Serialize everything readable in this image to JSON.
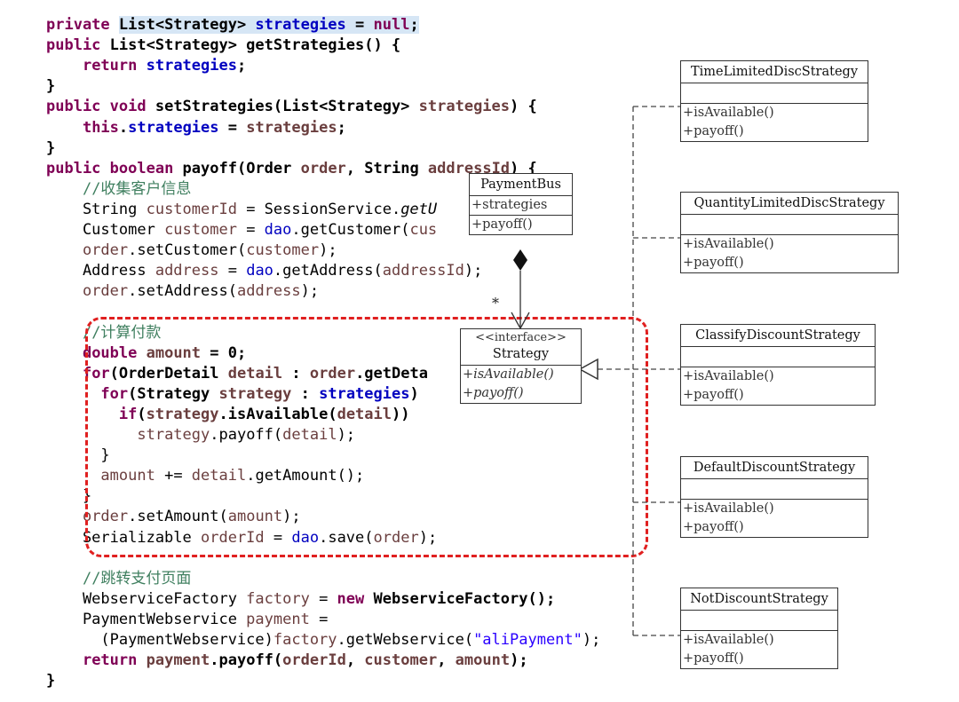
{
  "code_lines": [
    [
      [
        "private ",
        "kw"
      ],
      [
        "List<Strategy> ",
        "b hl"
      ],
      [
        "strategies",
        "fld hl"
      ],
      [
        " = ",
        "b hl"
      ],
      [
        "null",
        "kw hl"
      ],
      [
        ";",
        "b hl"
      ]
    ],
    [
      [
        "public ",
        "kw"
      ],
      [
        "List<Strategy> getStrategies() {",
        "b"
      ]
    ],
    [
      [
        "    "
      ],
      [
        "return ",
        "kw"
      ],
      [
        "strategies",
        "fld"
      ],
      [
        ";",
        "b"
      ]
    ],
    [
      [
        "}",
        "b"
      ]
    ],
    [
      [
        "public ",
        "kw"
      ],
      [
        "void ",
        "kw"
      ],
      [
        "setStrategies(List<Strategy> ",
        "b"
      ],
      [
        "strategies",
        "var b"
      ],
      [
        ") {",
        "b"
      ]
    ],
    [
      [
        "    "
      ],
      [
        "this",
        "kw"
      ],
      [
        ".",
        "b"
      ],
      [
        "strategies",
        "fld"
      ],
      [
        " = ",
        "b"
      ],
      [
        "strategies",
        "var b"
      ],
      [
        ";",
        "b"
      ]
    ],
    [
      [
        "}",
        "b"
      ]
    ],
    [
      [
        "public ",
        "kw"
      ],
      [
        "boolean ",
        "kw"
      ],
      [
        "payoff(Order ",
        "b"
      ],
      [
        "order",
        "var b"
      ],
      [
        ", String ",
        "b"
      ],
      [
        "addressId",
        "var b"
      ],
      [
        ") {",
        "b"
      ]
    ],
    [
      [
        "    "
      ],
      [
        "//收集客户信息",
        "cmt"
      ]
    ],
    [
      [
        "    String "
      ],
      [
        "customerId",
        "var"
      ],
      [
        " = SessionService."
      ],
      [
        "getU",
        "it"
      ]
    ],
    [
      [
        "    Customer "
      ],
      [
        "customer",
        "var"
      ],
      [
        " = "
      ],
      [
        "dao",
        "fldp"
      ],
      [
        ".getCustomer("
      ],
      [
        "cus",
        "var"
      ]
    ],
    [
      [
        "    "
      ],
      [
        "order",
        "var"
      ],
      [
        ".setCustomer("
      ],
      [
        "customer",
        "var"
      ],
      [
        ");"
      ]
    ],
    [
      [
        "    Address "
      ],
      [
        "address",
        "var"
      ],
      [
        " = "
      ],
      [
        "dao",
        "fldp"
      ],
      [
        ".getAddress("
      ],
      [
        "addressId",
        "var"
      ],
      [
        ");"
      ]
    ],
    [
      [
        "    "
      ],
      [
        "order",
        "var"
      ],
      [
        ".setAddress("
      ],
      [
        "address",
        "var"
      ],
      [
        ");"
      ]
    ],
    [
      [
        ""
      ]
    ],
    [
      [
        "    "
      ],
      [
        "//计算付款",
        "cmt"
      ]
    ],
    [
      [
        "    "
      ],
      [
        "double ",
        "kw"
      ],
      [
        "amount",
        "var b"
      ],
      [
        " = 0;",
        "b"
      ]
    ],
    [
      [
        "    "
      ],
      [
        "for",
        "kw"
      ],
      [
        "(OrderDetail ",
        "b"
      ],
      [
        "detail",
        "var b"
      ],
      [
        " : ",
        "b"
      ],
      [
        "order",
        "var b"
      ],
      [
        ".getDeta",
        "b"
      ]
    ],
    [
      [
        "      "
      ],
      [
        "for",
        "kw"
      ],
      [
        "(Strategy ",
        "b"
      ],
      [
        "strategy",
        "var b"
      ],
      [
        " : ",
        "b"
      ],
      [
        "strategies",
        "fld"
      ],
      [
        ")",
        "b"
      ]
    ],
    [
      [
        "        "
      ],
      [
        "if",
        "kw"
      ],
      [
        "(",
        "b"
      ],
      [
        "strategy",
        "var b"
      ],
      [
        ".isAvailable(",
        "b"
      ],
      [
        "detail",
        "var b"
      ],
      [
        "))",
        "b"
      ]
    ],
    [
      [
        "          "
      ],
      [
        "strategy",
        "var"
      ],
      [
        ".payoff("
      ],
      [
        "detail",
        "var"
      ],
      [
        ");"
      ]
    ],
    [
      [
        "      }"
      ]
    ],
    [
      [
        "      "
      ],
      [
        "amount",
        "var"
      ],
      [
        " += "
      ],
      [
        "detail",
        "var"
      ],
      [
        ".getAmount();"
      ]
    ],
    [
      [
        "    }"
      ]
    ],
    [
      [
        "    "
      ],
      [
        "order",
        "var"
      ],
      [
        ".setAmount("
      ],
      [
        "amount",
        "var"
      ],
      [
        ");"
      ]
    ],
    [
      [
        "    Serializable "
      ],
      [
        "orderId",
        "var"
      ],
      [
        " = "
      ],
      [
        "dao",
        "fldp"
      ],
      [
        ".save("
      ],
      [
        "order",
        "var"
      ],
      [
        ");"
      ]
    ],
    [
      [
        ""
      ]
    ],
    [
      [
        "    "
      ],
      [
        "//跳转支付页面",
        "cmt"
      ]
    ],
    [
      [
        "    WebserviceFactory "
      ],
      [
        "factory",
        "var"
      ],
      [
        " = "
      ],
      [
        "new ",
        "kw"
      ],
      [
        "WebserviceFactory();",
        "b"
      ]
    ],
    [
      [
        "    PaymentWebservice "
      ],
      [
        "payment",
        "var"
      ],
      [
        " ="
      ]
    ],
    [
      [
        "      (PaymentWebservice)"
      ],
      [
        "factory",
        "var"
      ],
      [
        ".getWebservice("
      ],
      [
        "\"aliPayment\"",
        "str"
      ],
      [
        ");"
      ]
    ],
    [
      [
        "    "
      ],
      [
        "return ",
        "kw"
      ],
      [
        "payment",
        "var b"
      ],
      [
        ".payoff(",
        "b"
      ],
      [
        "orderId",
        "var b"
      ],
      [
        ", ",
        "b"
      ],
      [
        "customer",
        "var b"
      ],
      [
        ", ",
        "b"
      ],
      [
        "amount",
        "var b"
      ],
      [
        ");",
        "b"
      ]
    ],
    [
      [
        "}",
        "b"
      ]
    ]
  ],
  "uml": {
    "payment_bus": {
      "name": "PaymentBus",
      "attrs": [
        "+strategies"
      ],
      "ops": [
        "+payoff()"
      ]
    },
    "multiplicity": "*",
    "strategy": {
      "stereotype": "<<interface>>",
      "name": "Strategy",
      "ops": [
        "+isAvailable()",
        "+payoff()"
      ]
    },
    "implementations": [
      {
        "name": "TimeLimitedDiscStrategy",
        "ops": [
          "+isAvailable()",
          "+payoff()"
        ]
      },
      {
        "name": "QuantityLimitedDiscStrategy",
        "ops": [
          "+isAvailable()",
          "+payoff()"
        ]
      },
      {
        "name": "ClassifyDiscountStrategy",
        "ops": [
          "+isAvailable()",
          "+payoff()"
        ]
      },
      {
        "name": "DefaultDiscountStrategy",
        "ops": [
          "+isAvailable()",
          "+payoff()"
        ]
      },
      {
        "name": "NotDiscountStrategy",
        "ops": [
          "+isAvailable()",
          "+payoff()"
        ]
      }
    ]
  },
  "colors": {
    "keyword": "#7f0055",
    "field": "#0000c0",
    "variable": "#6a3e3e",
    "comment": "#3f7f5f",
    "string": "#2a00ff",
    "dashed_box": "#e02020"
  }
}
